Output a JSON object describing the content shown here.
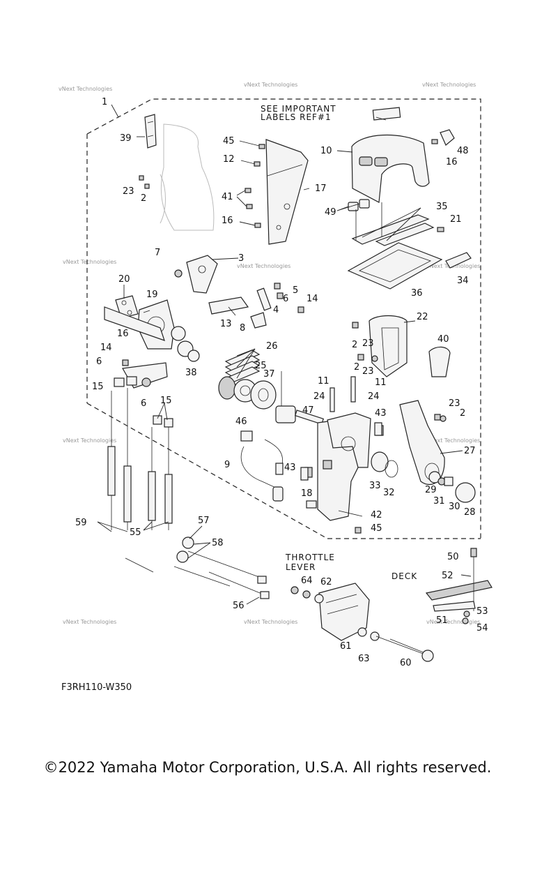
{
  "diagram": {
    "labels": {
      "see_important": "SEE IMPORTANT",
      "labels_ref": "LABELS REF#1",
      "throttle": "THROTTLE",
      "lever": "LEVER",
      "deck": "DECK"
    },
    "watermark": "vNext Technologies",
    "drawing_code": "F3RH110-W350"
  },
  "callouts": [
    {
      "id": "1",
      "text": "1"
    },
    {
      "id": "2a",
      "text": "2"
    },
    {
      "id": "2b",
      "text": "2"
    },
    {
      "id": "2c",
      "text": "2"
    },
    {
      "id": "2d",
      "text": "2"
    },
    {
      "id": "3",
      "text": "3"
    },
    {
      "id": "4",
      "text": "4"
    },
    {
      "id": "5",
      "text": "5"
    },
    {
      "id": "6a",
      "text": "6"
    },
    {
      "id": "6b",
      "text": "6"
    },
    {
      "id": "6c",
      "text": "6"
    },
    {
      "id": "7",
      "text": "7"
    },
    {
      "id": "8",
      "text": "8"
    },
    {
      "id": "9",
      "text": "9"
    },
    {
      "id": "10",
      "text": "10"
    },
    {
      "id": "11a",
      "text": "11"
    },
    {
      "id": "11b",
      "text": "11"
    },
    {
      "id": "12",
      "text": "12"
    },
    {
      "id": "13",
      "text": "13"
    },
    {
      "id": "14a",
      "text": "14"
    },
    {
      "id": "14b",
      "text": "14"
    },
    {
      "id": "15a",
      "text": "15"
    },
    {
      "id": "15b",
      "text": "15"
    },
    {
      "id": "16a",
      "text": "16"
    },
    {
      "id": "16b",
      "text": "16"
    },
    {
      "id": "16c",
      "text": "16"
    },
    {
      "id": "17",
      "text": "17"
    },
    {
      "id": "18",
      "text": "18"
    },
    {
      "id": "19",
      "text": "19"
    },
    {
      "id": "20",
      "text": "20"
    },
    {
      "id": "21",
      "text": "21"
    },
    {
      "id": "22",
      "text": "22"
    },
    {
      "id": "23a",
      "text": "23"
    },
    {
      "id": "23b",
      "text": "23"
    },
    {
      "id": "23c",
      "text": "23"
    },
    {
      "id": "23d",
      "text": "23"
    },
    {
      "id": "24a",
      "text": "24"
    },
    {
      "id": "24b",
      "text": "24"
    },
    {
      "id": "25",
      "text": "25"
    },
    {
      "id": "26",
      "text": "26"
    },
    {
      "id": "27",
      "text": "27"
    },
    {
      "id": "28",
      "text": "28"
    },
    {
      "id": "29",
      "text": "29"
    },
    {
      "id": "30",
      "text": "30"
    },
    {
      "id": "31",
      "text": "31"
    },
    {
      "id": "32",
      "text": "32"
    },
    {
      "id": "33",
      "text": "33"
    },
    {
      "id": "34",
      "text": "34"
    },
    {
      "id": "35",
      "text": "35"
    },
    {
      "id": "36",
      "text": "36"
    },
    {
      "id": "37",
      "text": "37"
    },
    {
      "id": "38",
      "text": "38"
    },
    {
      "id": "39",
      "text": "39"
    },
    {
      "id": "40",
      "text": "40"
    },
    {
      "id": "41",
      "text": "41"
    },
    {
      "id": "42",
      "text": "42"
    },
    {
      "id": "43a",
      "text": "43"
    },
    {
      "id": "43b",
      "text": "43"
    },
    {
      "id": "45a",
      "text": "45"
    },
    {
      "id": "45b",
      "text": "45"
    },
    {
      "id": "46",
      "text": "46"
    },
    {
      "id": "47",
      "text": "47"
    },
    {
      "id": "48",
      "text": "48"
    },
    {
      "id": "49",
      "text": "49"
    },
    {
      "id": "50",
      "text": "50"
    },
    {
      "id": "51",
      "text": "51"
    },
    {
      "id": "52",
      "text": "52"
    },
    {
      "id": "53",
      "text": "53"
    },
    {
      "id": "54",
      "text": "54"
    },
    {
      "id": "55",
      "text": "55"
    },
    {
      "id": "56",
      "text": "56"
    },
    {
      "id": "57",
      "text": "57"
    },
    {
      "id": "58",
      "text": "58"
    },
    {
      "id": "59",
      "text": "59"
    },
    {
      "id": "60",
      "text": "60"
    },
    {
      "id": "61",
      "text": "61"
    },
    {
      "id": "62",
      "text": "62"
    },
    {
      "id": "63",
      "text": "63"
    },
    {
      "id": "64",
      "text": "64"
    }
  ],
  "footer": {
    "copyright": "©2022 Yamaha Motor Corporation, U.S.A. All rights reserved."
  }
}
